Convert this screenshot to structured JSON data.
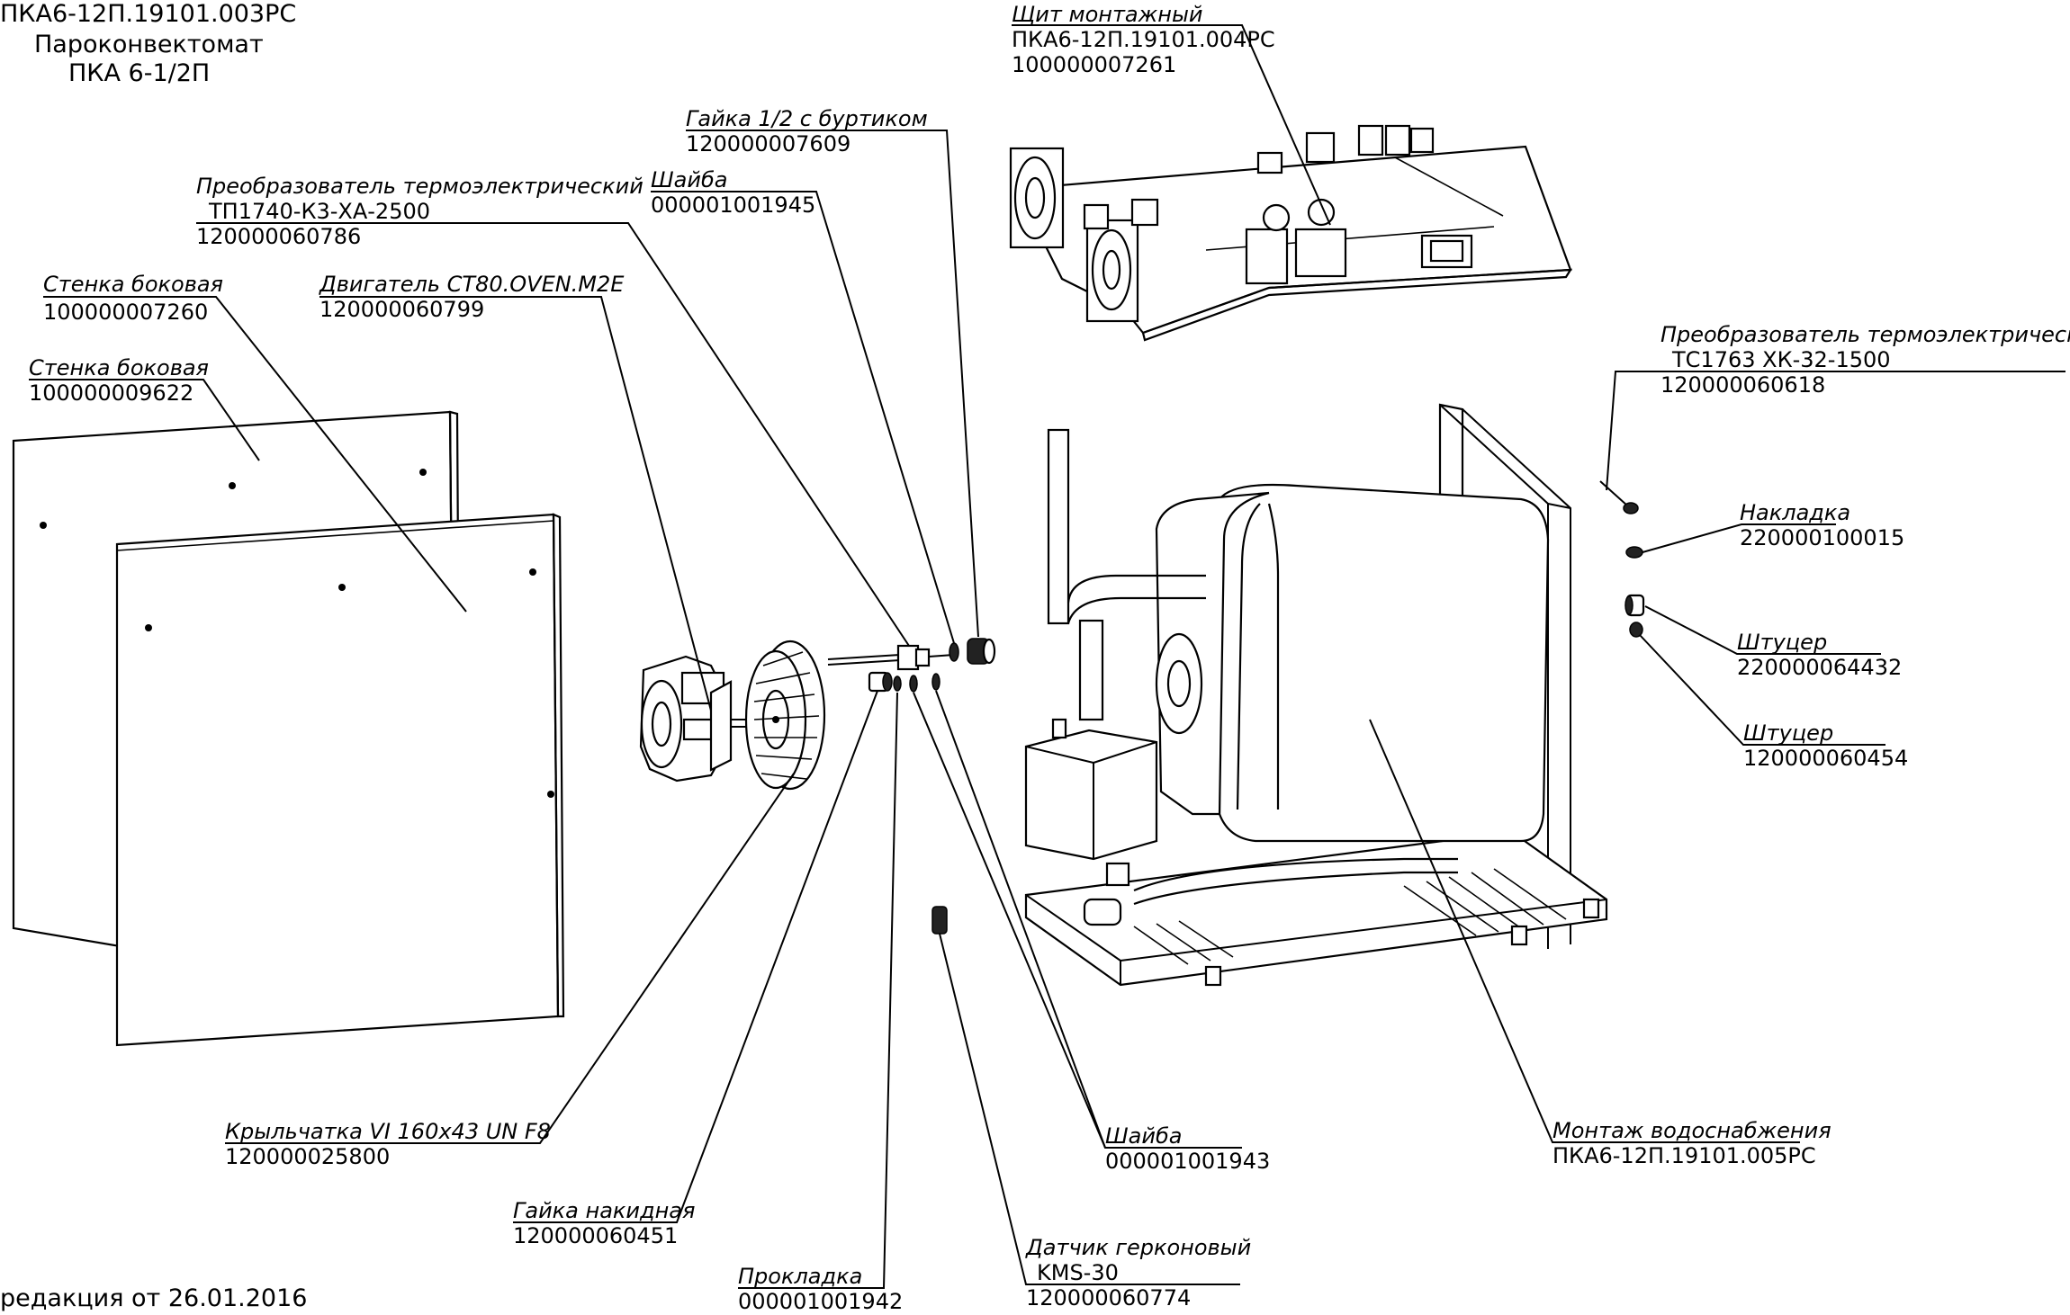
{
  "header": {
    "doc_code": "ПКА6-12П.19101.003РС",
    "product_name": "Пароконвектомат",
    "product_model": "ПКА 6-1/2П"
  },
  "footer": {
    "revision": "редакция от 26.01.2016"
  },
  "parts": {
    "shield": {
      "name": "Щит монтажный",
      "designation": "ПКА6-12П.19101.004РС",
      "code": "100000007261"
    },
    "nut_collar": {
      "name": "Гайка 1/2 с буртиком",
      "code": "120000007609"
    },
    "washer_945": {
      "name": "Шайба",
      "code": "000001001945"
    },
    "thermo_tp1740": {
      "name": "Преобразователь термоэлектрический",
      "model": "ТП1740-К3-ХА-2500",
      "code": "120000060786"
    },
    "side_wall_260": {
      "name": "Стенка боковая",
      "code": "100000007260"
    },
    "motor": {
      "name": "Двигатель CT80.OVEN.M2E",
      "code": "120000060799"
    },
    "side_wall_622": {
      "name": "Стенка боковая",
      "code": "100000009622"
    },
    "thermo_tc1763": {
      "name": "Преобразователь термоэлектрический",
      "model": "ТС1763 ХК-32-1500",
      "code": "120000060618"
    },
    "overlay": {
      "name": "Накладка",
      "code": "220000100015"
    },
    "fitting_432": {
      "name": "Штуцер",
      "code": "220000064432"
    },
    "fitting_454": {
      "name": "Штуцер",
      "code": "120000060454"
    },
    "impeller": {
      "name": "Крыльчатка VI 160x43 UN F8",
      "code": "120000025800"
    },
    "washer_943": {
      "name": "Шайба",
      "code": "000001001943"
    },
    "water_supply": {
      "name": "Монтаж водоснабжения",
      "designation": "ПКА6-12П.19101.005РС"
    },
    "union_nut": {
      "name": "Гайка накидная",
      "code": "120000060451"
    },
    "reed_sensor": {
      "name": "Датчик герконовый",
      "model": "KMS-30",
      "code": "120000060774"
    },
    "gasket": {
      "name": "Прокладка",
      "code": "000001001942"
    }
  }
}
